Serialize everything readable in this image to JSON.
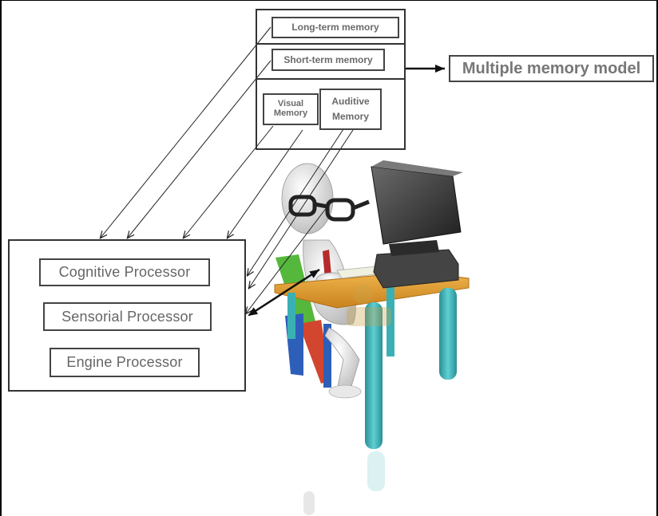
{
  "memory": {
    "long_term": "Long-term memory",
    "short_term": "Short-term memory",
    "visual": "Visual Memory",
    "auditive": "Auditive Memory"
  },
  "model_label": "Multiple memory model",
  "processors": {
    "cognitive": "Cognitive Processor",
    "sensorial": "Sensorial Processor",
    "engine": "Engine Processor"
  },
  "illustration": {
    "description_icon": "person-at-computer-illustration",
    "colors": {
      "table_top": "#e7a43a",
      "table_legs": "#3ab0b5",
      "chair_green": "#55b83c",
      "chair_red": "#d2452f",
      "chair_blue": "#2e5fb8",
      "monitor": "#3a3a3a",
      "figure": "#f2f2f2",
      "tie": "#b52a2a"
    }
  }
}
